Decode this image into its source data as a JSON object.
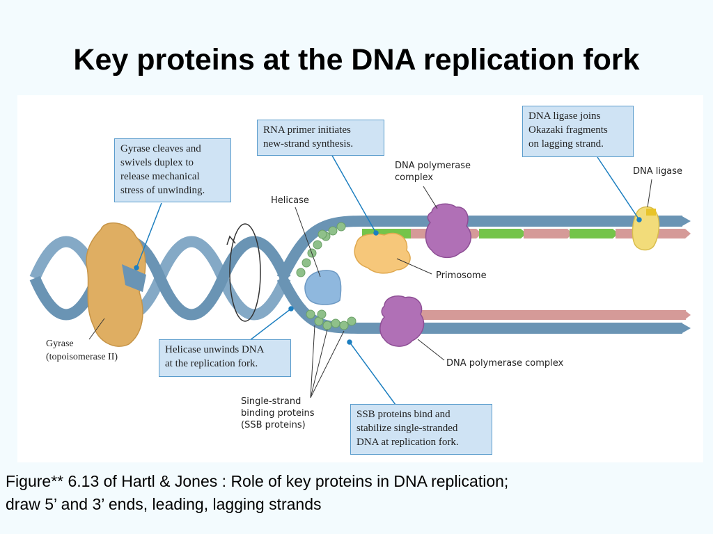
{
  "title": "Key proteins at the DNA replication fork",
  "callouts": {
    "gyrase_box": "Gyrase cleaves and\nswivels duplex to\nrelease mechanical\nstress of unwinding.",
    "primer_box": "RNA primer initiates\nnew-strand synthesis.",
    "ligase_box": "DNA ligase joins\nOkazaki fragments\non lagging strand.",
    "helicase_box": "Helicase unwinds DNA\nat the replication fork.",
    "ssb_box": "SSB proteins bind and\nstabilize single-stranded\nDNA at replication fork."
  },
  "labels": {
    "helicase": "Helicase",
    "dna_pol_top": "DNA polymerase\ncomplex",
    "dna_ligase": "DNA ligase",
    "primosome": "Primosome",
    "dna_pol_bottom": "DNA polymerase complex",
    "gyrase": "Gyrase\n(topoisomerase II)",
    "ssb": "Single-strand\nbinding proteins\n(SSB proteins)"
  },
  "caption": {
    "line1": "Figure** 6.13 of Hartl & Jones : Role of key proteins in DNA replication;",
    "line2": "draw 5’ and 3’ ends, leading, lagging strands"
  },
  "colors": {
    "strand": "#6a94b4",
    "gyrase": "#dfae62",
    "helicase": "#8fb8de",
    "ssb": "#8fc08a",
    "primosome": "#f6c77a",
    "polymerase": "#b070b6",
    "ligase": "#f2dc7a",
    "primer": "#74c44a",
    "new_strand": "#d59a98"
  }
}
